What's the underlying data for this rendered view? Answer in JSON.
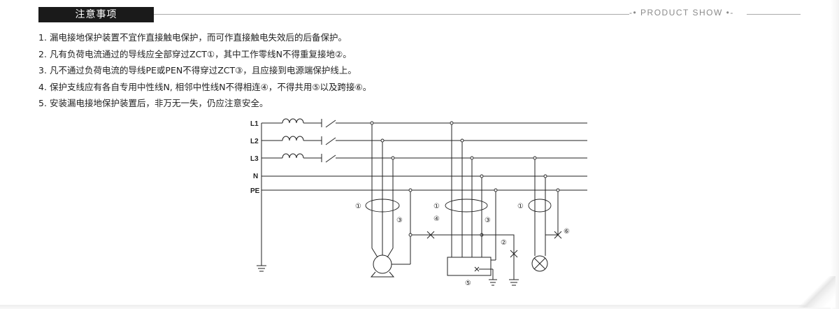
{
  "section": {
    "title": "注意事项",
    "product_show": "-• PRODUCT SHOW •-"
  },
  "notes": [
    {
      "num": "1.",
      "text": "漏电接地保护装置不宜作直接触电保护，而可作直接触电失效后的后备保护。"
    },
    {
      "num": "2.",
      "text": "凡有负荷电流通过的导线应全部穿过ZCT①，其中工作零线N不得重复接地②。"
    },
    {
      "num": "3.",
      "text": "凡不通过负荷电流的导线PE或PEN不得穿过ZCT③，且应接到电源端保护线上。"
    },
    {
      "num": "4.",
      "text": "保护支线应有各自专用中性线N, 相邻中性线N不得相连④，不得共用⑤以及跨接⑥。"
    },
    {
      "num": "5.",
      "text": "安装漏电接地保护装置后，非万无一失，仍应注意安全。"
    }
  ],
  "diagram": {
    "bus_labels": [
      "L1",
      "L2",
      "L3",
      "N",
      "PE"
    ],
    "markers": {
      "zct": "①",
      "grounding": "②",
      "pe_wire": "③",
      "neutral_link": "④",
      "shared": "⑤",
      "bridge": "⑥"
    }
  }
}
